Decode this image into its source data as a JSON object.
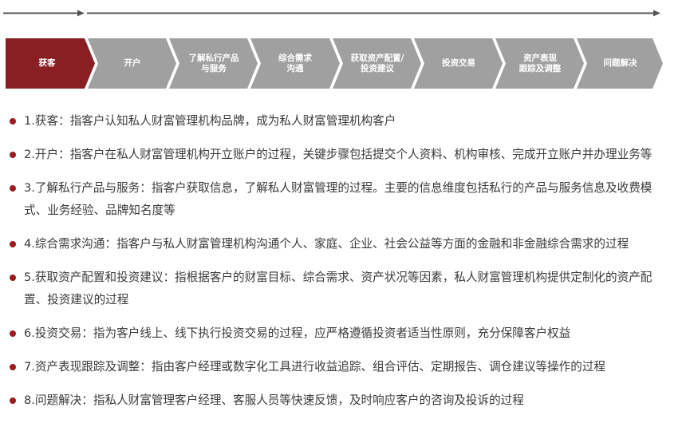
{
  "colors": {
    "active_step": "#891f22",
    "inactive_step": "#a0a0a0",
    "bullet": "#9b1c1f",
    "arrow_line": "#555555",
    "text": "#3a3a3a"
  },
  "process_steps": [
    {
      "label": "获客",
      "active": true
    },
    {
      "label": "开户",
      "active": false
    },
    {
      "label": "了解私行产品\n与服务",
      "active": false
    },
    {
      "label": "综合需求\n沟通",
      "active": false
    },
    {
      "label": "获取资产配置/\n投资建议",
      "active": false
    },
    {
      "label": "投资交易",
      "active": false
    },
    {
      "label": "资产表现\n跟踪及调整",
      "active": false
    },
    {
      "label": "问题解决",
      "active": false
    }
  ],
  "descriptions": [
    {
      "text": "1.获客：指客户认知私人财富管理机构品牌，成为私人财富管理机构客户"
    },
    {
      "text": "2.开户：指客户在私人财富管理机构开立账户的过程，关键步骤包括提交个人资料、机构审核、完成开立账户并办理业务等"
    },
    {
      "text": "3.了解私行产品与服务：指客户获取信息，了解私人财富管理的过程。主要的信息维度包括私行的产品与服务信息及收费模式、业务经验、品牌知名度等"
    },
    {
      "text": "4.综合需求沟通：指客户与私人财富管理机构沟通个人、家庭、企业、社会公益等方面的金融和非金融综合需求的过程"
    },
    {
      "text": "5.获取资产配置和投资建议：指根据客户的财富目标、综合需求、资产状况等因素，私人财富管理机构提供定制化的资产配置、投资建议的过程"
    },
    {
      "text": "6.投资交易：指为客户线上、线下执行投资交易的过程，应严格遵循投资者适当性原则，充分保障客户权益"
    },
    {
      "text": "7.资产表现跟踪及调整：指由客户经理或数字化工具进行收益追踪、组合评估、定期报告、调仓建议等操作的过程"
    },
    {
      "text": "8.问题解决：指私人财富管理客户经理、客服人员等快速反馈，及时响应客户的咨询及投诉的过程"
    }
  ]
}
